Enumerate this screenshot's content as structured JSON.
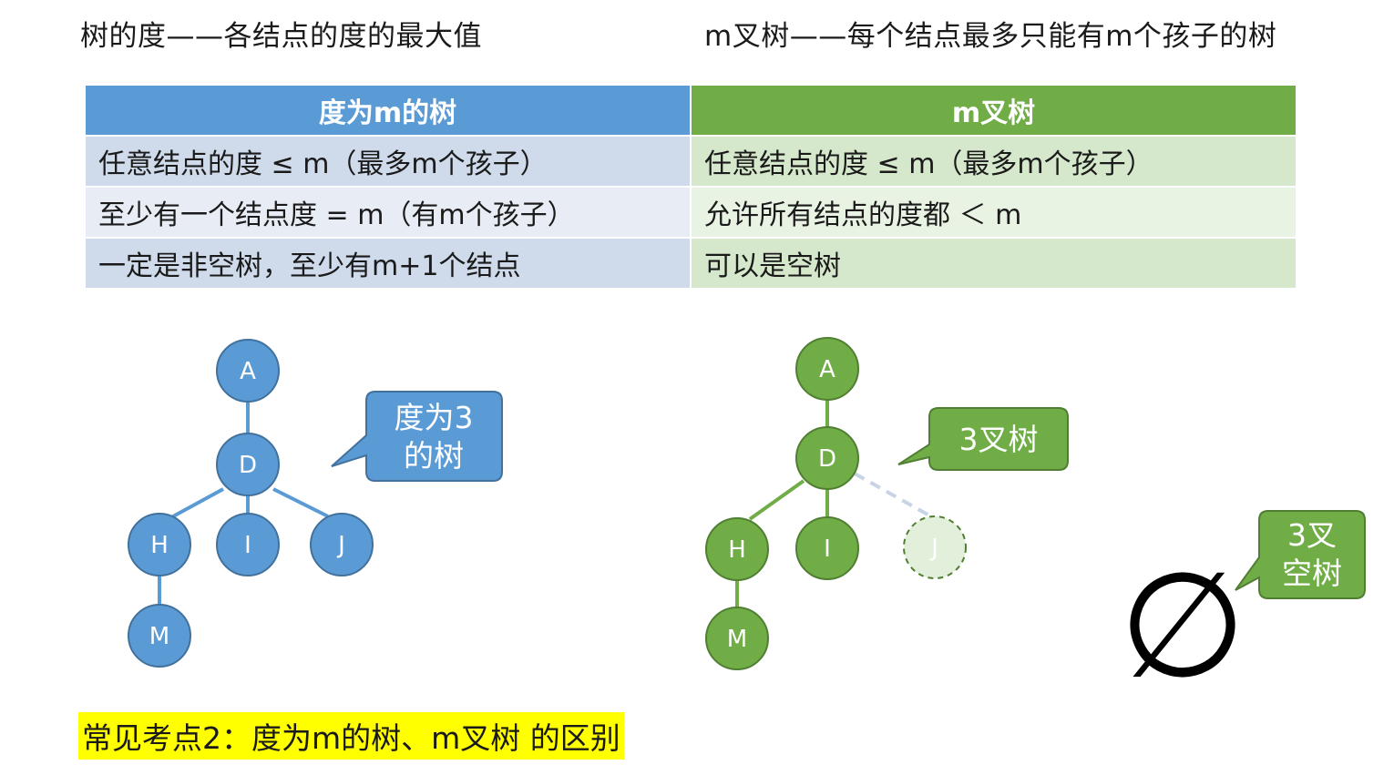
{
  "headings": {
    "left": "树的度——各结点的度的最大值",
    "right": "m叉树——每个结点最多只能有m个孩子的树"
  },
  "table": {
    "headers": [
      "度为m的树",
      "m叉树"
    ],
    "rows": [
      [
        "任意结点的度 ≤ m（最多m个孩子）",
        "任意结点的度 ≤ m（最多m个孩子）"
      ],
      [
        "至少有一个结点度 = m（有m个孩子）",
        "允许所有结点的度都 ＜ m"
      ],
      [
        "一定是非空树，至少有m+1个结点",
        "可以是空树"
      ]
    ]
  },
  "trees": {
    "degree_tree": {
      "nodes": [
        "A",
        "D",
        "H",
        "I",
        "J",
        "M"
      ],
      "callout": [
        "度为3",
        "的树"
      ]
    },
    "mary_tree": {
      "nodes": [
        "A",
        "D",
        "H",
        "I",
        "J",
        "M"
      ],
      "dashed_node": "J",
      "callout": [
        "3叉树"
      ]
    },
    "empty_tree": {
      "symbol": "∅",
      "callout": [
        "3叉",
        "空树"
      ]
    }
  },
  "colors": {
    "blue": "#5b9bd5",
    "green": "#70ad47",
    "highlight": "#ffff00"
  },
  "footer": "常见考点2：度为m的树、m叉树 的区别"
}
